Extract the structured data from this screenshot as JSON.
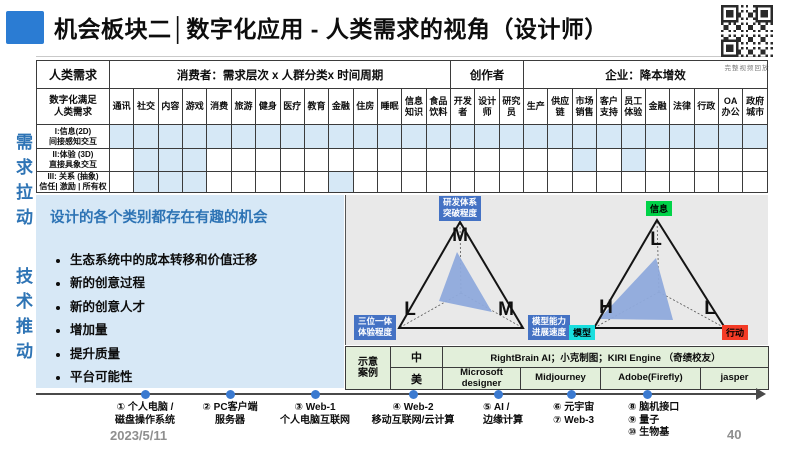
{
  "title": "机会板块二│数字化应用 - 人类需求的视角（设计师）",
  "qr_caption": "完整视频回放",
  "left_labels": {
    "demand": "需求拉动",
    "tech": "技术推动"
  },
  "matrix": {
    "corner_top": "人类需求",
    "corner_bottom": "数字化满足\n人类需求",
    "groups": [
      {
        "label": "消费者：需求层次 x 人群分类x 时间周期",
        "span": 14
      },
      {
        "label": "创作者",
        "span": 3
      },
      {
        "label": "企业：降本增效",
        "span": 10
      }
    ],
    "columns": [
      "通讯",
      "社交",
      "内容",
      "游戏",
      "消费",
      "旅游",
      "健身",
      "医疗",
      "教育",
      "金融",
      "住房",
      "睡眠",
      "信息\n知识",
      "食品\n饮料",
      "开发\n者",
      "设计\n师",
      "研究\n员",
      "生产",
      "供应\n链",
      "市场\n销售",
      "客户\n支持",
      "员工\n体验",
      "金融",
      "法律",
      "行政",
      "OA\n办公",
      "政府\n城市"
    ],
    "rows": [
      {
        "label": "I:信息(2D)\n间接感知交互",
        "highlighted": "all"
      },
      {
        "label": "II:体验 (3D)\n直接具象交互",
        "highlighted": [
          2,
          3,
          4,
          20,
          22
        ]
      },
      {
        "label": "III: 关系 (抽象)\n信任| 激励 | 所有权",
        "highlighted": [
          2,
          3,
          4,
          10
        ]
      }
    ]
  },
  "opportunity": {
    "title": "设计的各个类别都存在有趣的机会",
    "bullets": [
      "生态系统中的成本转移和价值迁移",
      "新的创意过程",
      "新的创意人才",
      "增加量",
      "提升质量",
      "平台可能性"
    ]
  },
  "radar": {
    "left": {
      "vertices": [
        {
          "label": "研发体系\n突破程度",
          "letter": "M"
        },
        {
          "label": "三位一体\n体验程度",
          "letter": "L"
        },
        {
          "label": "模型能力\n进展速度",
          "letter": "M"
        }
      ]
    },
    "right": {
      "vertices": [
        {
          "label": "信息",
          "letter": "L"
        },
        {
          "label": "模型",
          "letter": "H"
        },
        {
          "label": "行动",
          "letter": "L"
        }
      ]
    }
  },
  "cases": {
    "header": "示意\n案例",
    "cn_label": "中",
    "us_label": "美",
    "cn_examples": "RightBrain AI；小克制图；KIRI Engine （奇绩校友）",
    "us_examples": [
      "Microsoft designer",
      "Midjourney",
      "Adobe(Firefly)",
      "jasper"
    ]
  },
  "timeline": {
    "items": [
      "① 个人电脑 /\n磁盘操作系统",
      "② PC客户端\n服务器",
      "③ Web-1\n个人电脑互联网",
      "④ Web-2\n移动互联网/云计算",
      "⑤ AI /\n边缘计算",
      "⑥ 元宇宙\n⑦ Web-3",
      "⑧ 脑机接口\n⑨ 量子\n⑩ 生物基"
    ]
  },
  "footer": {
    "date": "2023/5/11",
    "page": "40"
  },
  "colors": {
    "accent_blue": "#2e74b5",
    "title_icon_blue": "#2b7cd3",
    "highlight_cell": "#d6e8f6",
    "opportunity_bg": "#d7e8f6",
    "panel_bg": "#e9e9e9",
    "radar_fill": "#8faadc",
    "vertex_label_bg": "#4472c4",
    "tag_green": "#00d348",
    "tag_cyan": "#19dede",
    "tag_red": "#f43b26",
    "case_table_bg": "#e2efda",
    "timeline_blue": "#3b7ad0"
  }
}
